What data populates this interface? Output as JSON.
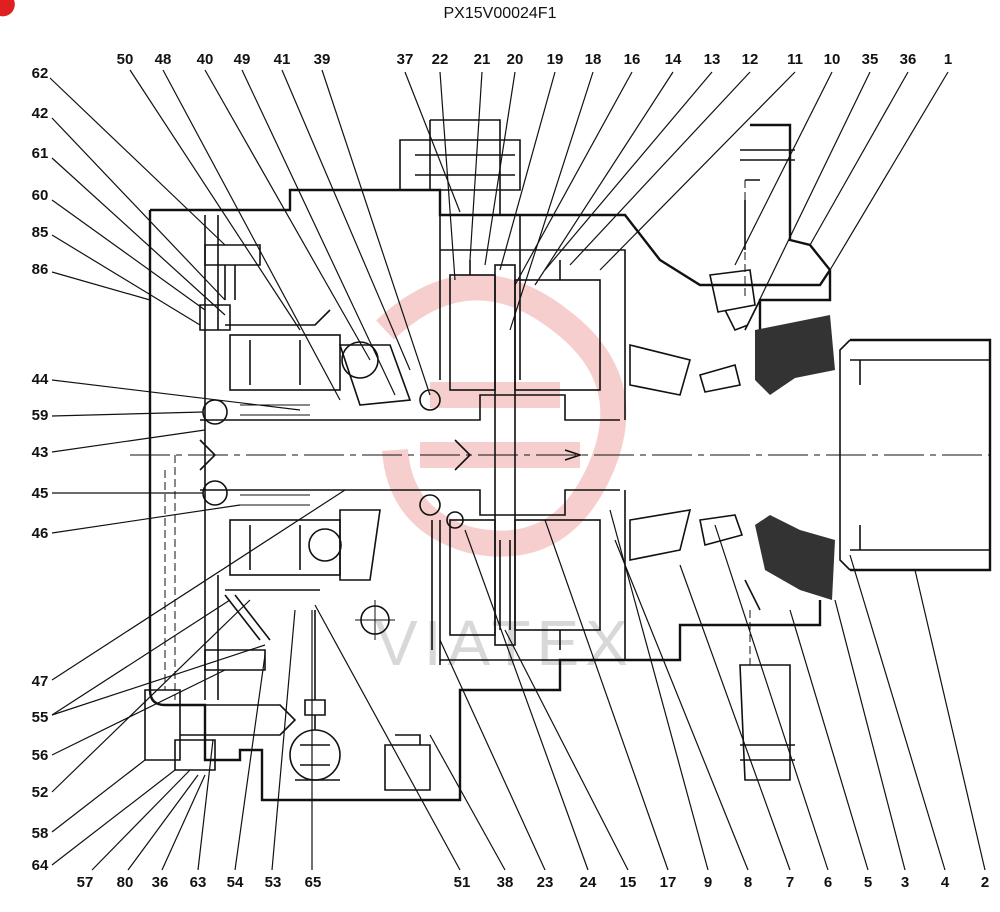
{
  "title": "PX15V00024F1",
  "watermark": "VIATEX",
  "colors": {
    "line": "#111111",
    "watermark_red": "#f4bdbd",
    "watermark_gray": "#d8d8d8",
    "hatch": "#333333"
  },
  "labels": {
    "top": [
      "50",
      "48",
      "40",
      "49",
      "41",
      "39",
      "37",
      "22",
      "21",
      "20",
      "19",
      "18",
      "16",
      "14",
      "13",
      "12",
      "11",
      "10",
      "35",
      "36",
      "1"
    ],
    "left": [
      "62",
      "42",
      "61",
      "60",
      "85",
      "86",
      "44",
      "59",
      "43",
      "45",
      "46",
      "47",
      "55",
      "56",
      "52",
      "58",
      "64"
    ],
    "bottom": [
      "57",
      "80",
      "36",
      "63",
      "54",
      "53",
      "65",
      "51",
      "38",
      "23",
      "24",
      "15",
      "17",
      "9",
      "8",
      "7",
      "6",
      "5",
      "3",
      "4",
      "2"
    ]
  }
}
